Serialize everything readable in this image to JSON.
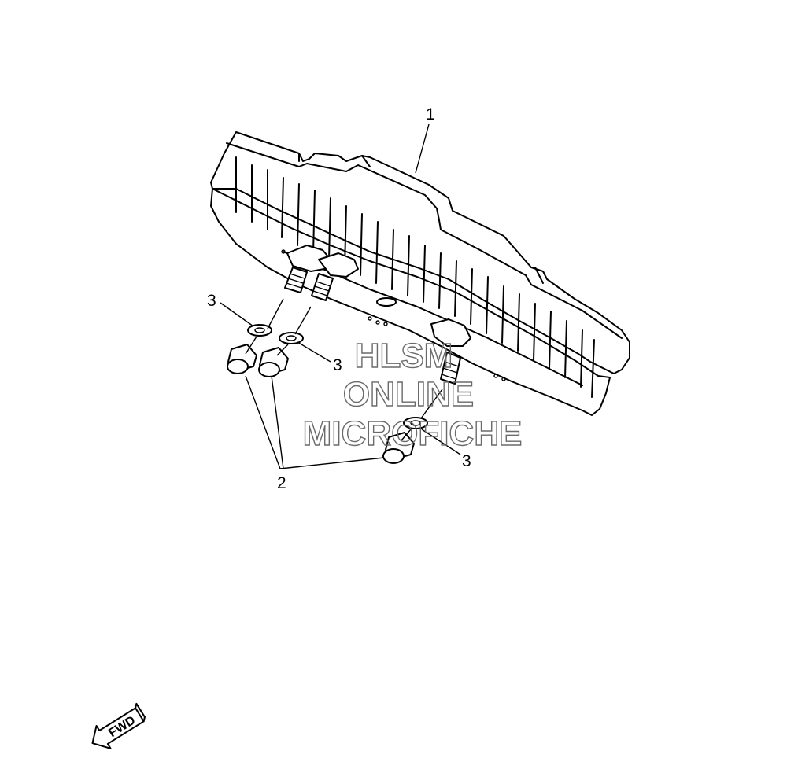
{
  "callouts": {
    "part1": "1",
    "part2": "2",
    "part3_left": "3",
    "part3_mid": "3",
    "part3_right": "3"
  },
  "watermark": {
    "line1": "HLSM",
    "line2": "ONLINE",
    "line3": "MICROFICHE"
  },
  "direction_arrow": {
    "label": "FWD"
  },
  "colors": {
    "line": "#000000",
    "background": "#ffffff",
    "watermark": "#6a6a6a"
  }
}
